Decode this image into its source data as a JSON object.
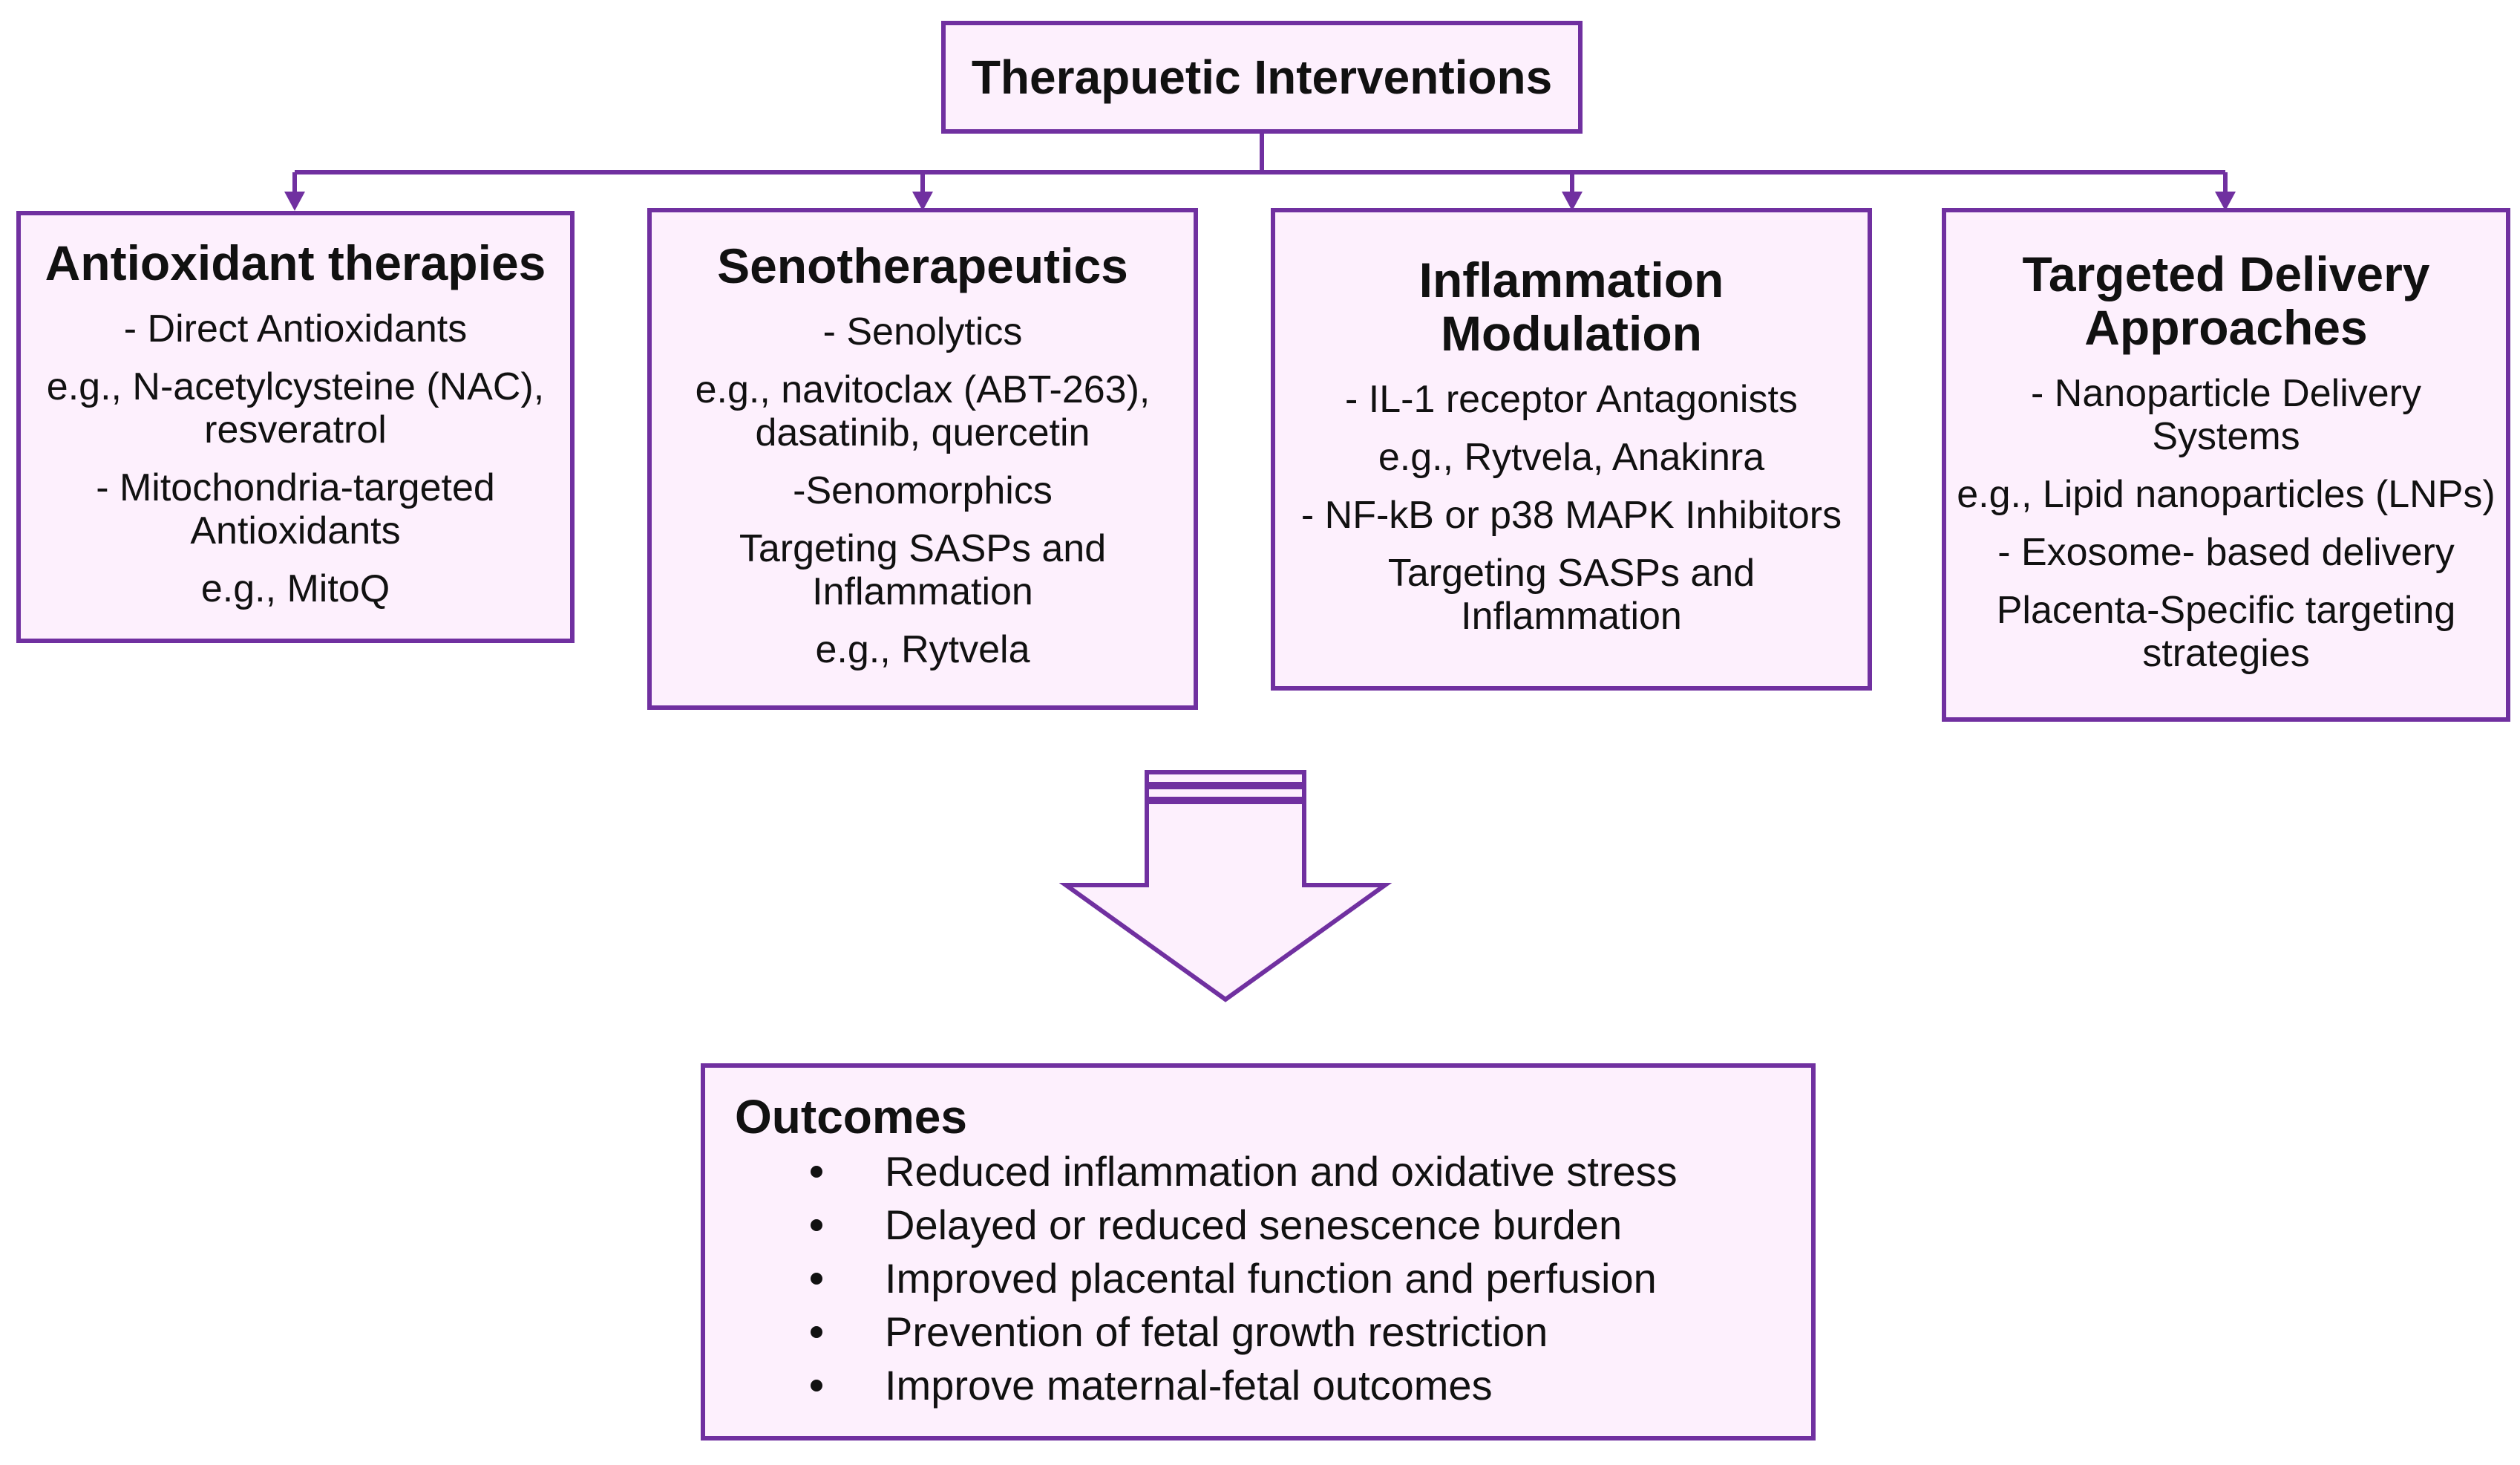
{
  "colors": {
    "border": "#7030a0",
    "fill": "#fdf0fd",
    "text": "#111111"
  },
  "root": {
    "title": "Therapuetic Interventions"
  },
  "categories": [
    {
      "title": [
        "Antioxidant therapies"
      ],
      "items": [
        "- Direct Antioxidants",
        "e.g., N-acetylcysteine (NAC), resveratrol",
        "- Mitochondria-targeted Antioxidants",
        "e.g., MitoQ"
      ]
    },
    {
      "title": [
        "Senotherapeutics"
      ],
      "items": [
        "- Senolytics",
        "e.g., navitoclax (ABT-263), dasatinib, quercetin",
        "-Senomorphics",
        "Targeting SASPs and Inflammation",
        "e.g., Rytvela"
      ]
    },
    {
      "title": [
        "Inflammation",
        "Modulation"
      ],
      "items": [
        "- IL-1 receptor Antagonists",
        "e.g., Rytvela, Anakinra",
        "- NF-kB or p38 MAPK Inhibitors",
        "Targeting SASPs and Inflammation"
      ]
    },
    {
      "title": [
        "Targeted Delivery",
        "Approaches"
      ],
      "items": [
        "- Nanoparticle Delivery Systems",
        "e.g., Lipid nanoparticles (LNPs)",
        "- Exosome- based delivery",
        "Placenta-Specific targeting strategies"
      ]
    }
  ],
  "outcomes": {
    "title": "Outcomes",
    "items": [
      "Reduced inflammation and oxidative stress",
      "Delayed or reduced senescence burden",
      "Improved placental function and perfusion",
      "Prevention of fetal growth restriction",
      "Improve maternal-fetal outcomes"
    ]
  }
}
